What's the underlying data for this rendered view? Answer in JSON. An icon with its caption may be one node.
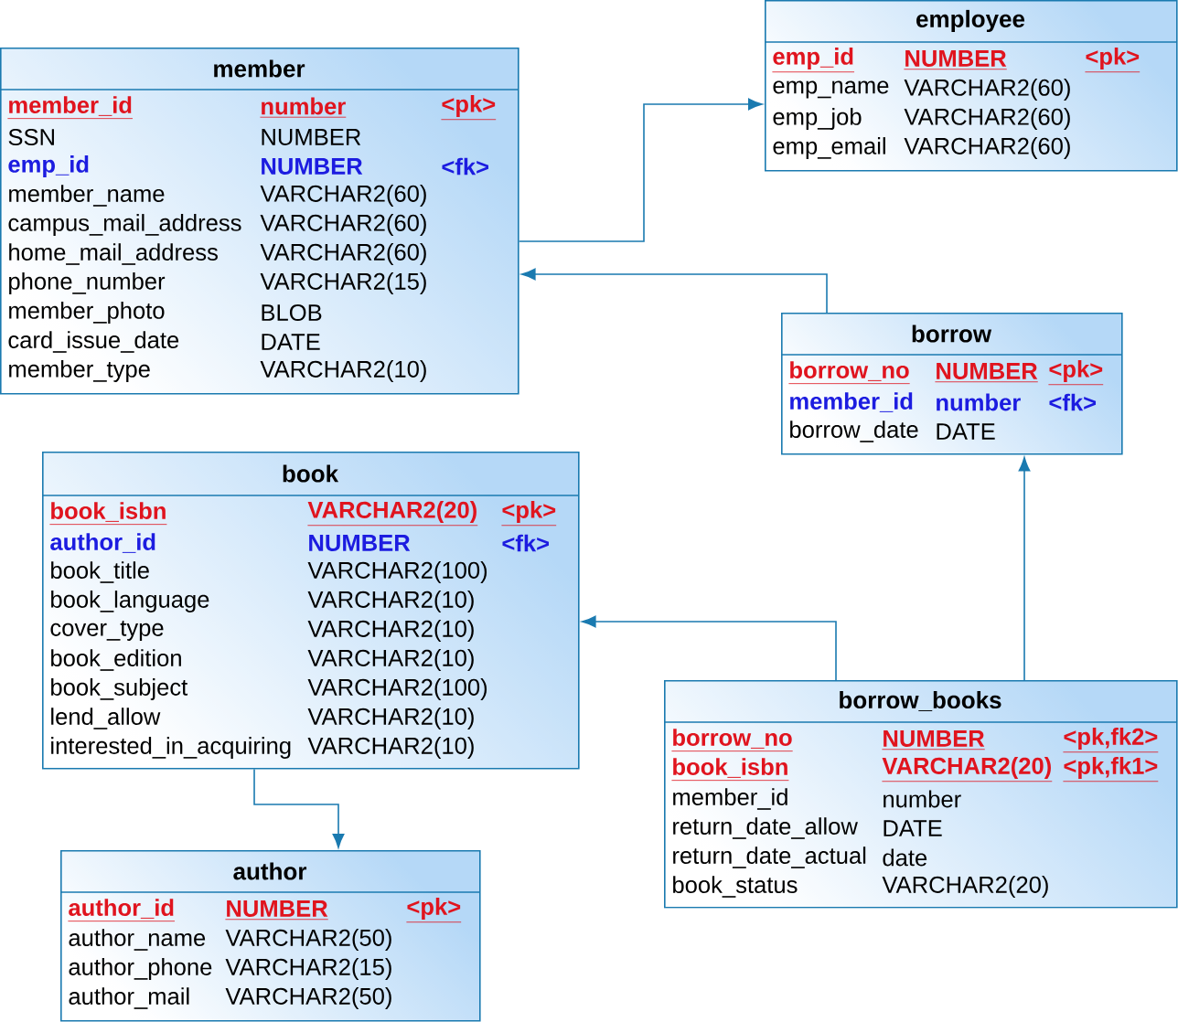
{
  "diagram": {
    "nodes": [
      {
        "text": [
          "employee",
          "emp_id",
          "NUMBER",
          "<pk>",
          "emp_name",
          "VARCHAR2(60)",
          "emp_job",
          "VARCHAR2(60)",
          "emp_email",
          "VARCHAR2(60)"
        ]
      },
      {
        "text": [
          "member",
          "member_id",
          "number",
          "<pk>",
          "SSN",
          "NUMBER",
          "emp_id",
          "NUMBER",
          "<fk>",
          "member_name",
          "VARCHAR2(60)",
          "campus_mail_address",
          "VARCHAR2(60)",
          "home_mail_address",
          "VARCHAR2(60)",
          "phone_number",
          "VARCHAR2(15)",
          "member_photo",
          "BLOB",
          "card_issue_date",
          "DATE",
          "member_type",
          "VARCHAR2(10)"
        ]
      },
      {
        "text": [
          "borrow",
          "borrow_no",
          "NUMBER",
          "<pk>",
          "member_id",
          "number",
          "<fk>",
          "borrow_date",
          "DATE"
        ]
      },
      {
        "text": [
          "book",
          "book_isbn",
          "VARCHAR2(20)",
          "<pk>",
          "author_id",
          "NUMBER",
          "<fk>",
          "book_title",
          "VARCHAR2(100)",
          "book_language",
          "VARCHAR2(10)",
          "cover_type",
          "VARCHAR2(10)",
          "book_edition",
          "VARCHAR2(10)",
          "book_subject",
          "VARCHAR2(100)",
          "lend_allow",
          "VARCHAR2(10)",
          "interested_in_acquiring",
          "VARCHAR2(10)"
        ]
      },
      {
        "text": [
          "borrow_books",
          "borrow_no",
          "NUMBER",
          "<pk,fk2>",
          "book_isbn",
          "VARCHAR2(20)",
          "<pk,fk1>",
          "member_id",
          "number",
          "return_date_allow",
          "DATE",
          "return_date_actual",
          "date",
          "book_status",
          "VARCHAR2(20)"
        ]
      },
      {
        "text": [
          "author",
          "author_id",
          "NUMBER",
          "<pk>",
          "author_name",
          "VARCHAR2(50)",
          "author_phone",
          "VARCHAR2(15)",
          "author_mail",
          "VARCHAR2(50)"
        ]
      }
    ],
    "edges": [
      {
        "from": 1,
        "to": 0,
        "arrow": "to"
      },
      {
        "from": 2,
        "to": 1,
        "arrow": "to"
      },
      {
        "from": 4,
        "to": 2,
        "arrow": "to"
      },
      {
        "from": 4,
        "to": 3,
        "arrow": "to"
      },
      {
        "from": 3,
        "to": 5,
        "arrow": "to"
      }
    ]
  }
}
